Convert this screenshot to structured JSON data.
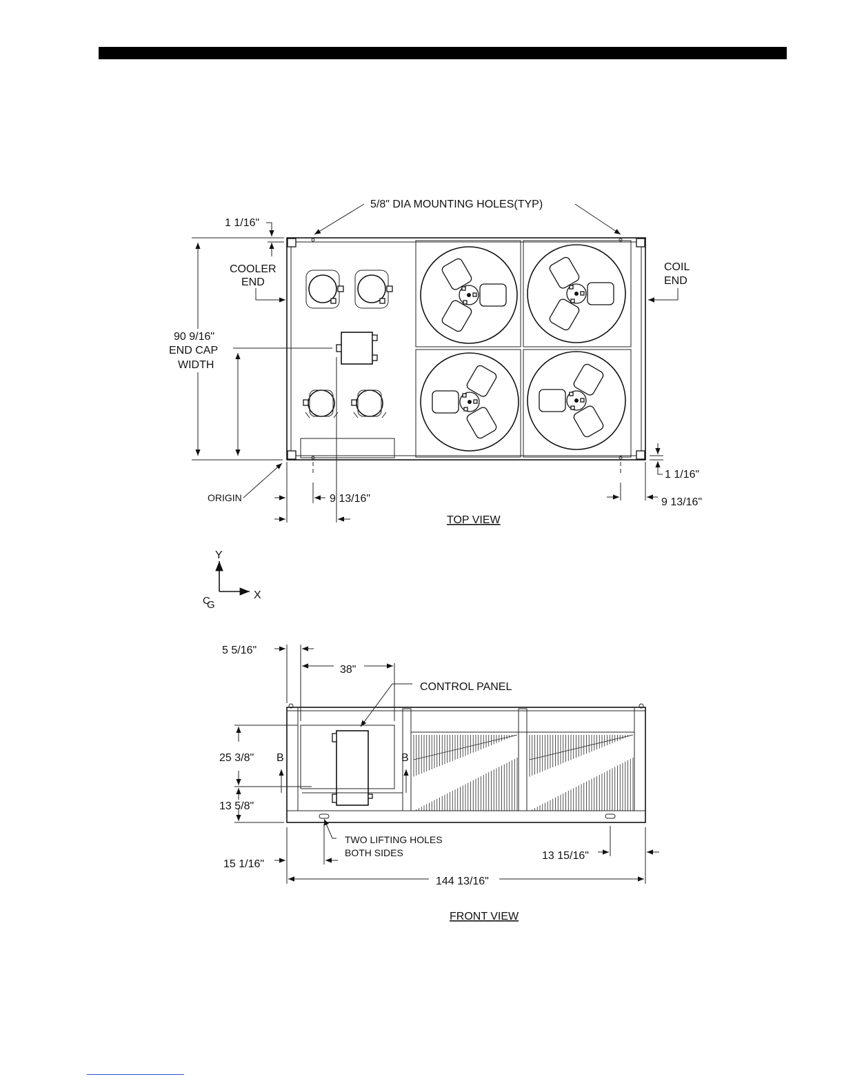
{
  "top_view": {
    "title": "TOP VIEW",
    "mounting_holes": "5/8\" DIA MOUNTING HOLES(TYP)",
    "dim_top_left": "1 1/16\"",
    "cooler_end": [
      "COOLER",
      "END"
    ],
    "coil_end": [
      "COIL",
      "END"
    ],
    "end_cap_width": [
      "90 9/16\"",
      "END CAP",
      "WIDTH"
    ],
    "origin": "ORIGIN",
    "dim_bottom_left": "9 13/16\"",
    "dim_bottom_right_v": "1 1/16\"",
    "dim_bottom_right_h": "9 13/16\""
  },
  "axes": {
    "y": "Y",
    "x": "X",
    "cg": [
      "C",
      "G"
    ]
  },
  "front_view": {
    "title": "FRONT VIEW",
    "dim_5_5_16": "5 5/16\"",
    "dim_38": "38\"",
    "control_panel": "CONTROL PANEL",
    "dim_25_3_8": "25 3/8\"",
    "dim_13_5_8": "13 5/8\"",
    "section_b": "B",
    "lifting_holes": [
      "TWO LIFTING HOLES",
      "BOTH SIDES"
    ],
    "dim_15_1_16": "15 1/16\"",
    "dim_13_15_16": "13 15/16\"",
    "dim_overall": "144 13/16\""
  }
}
